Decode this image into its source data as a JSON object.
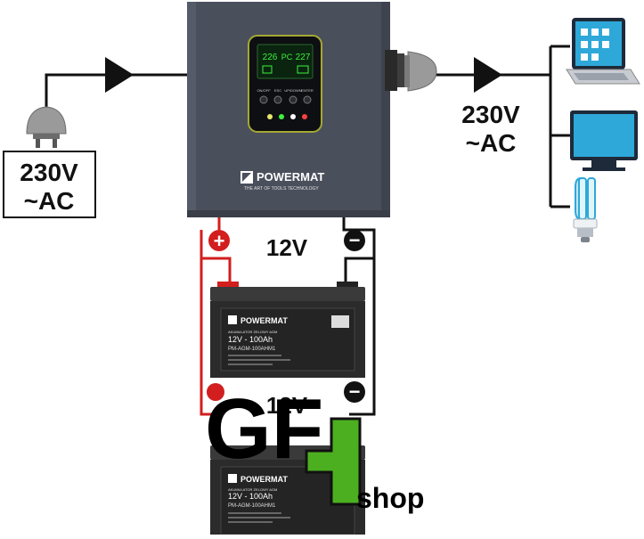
{
  "input_label": {
    "line1": "230V",
    "line2": "~AC"
  },
  "output_label": {
    "line1": "230V",
    "line2": "~AC"
  },
  "battery_voltage_top": "12V",
  "battery_voltage_bottom": "12V",
  "inverter": {
    "brand": "POWERMAT",
    "tagline": "THE ART OF TOOLS TECHNOLOGY",
    "lcd_left": "226",
    "lcd_mid": "PC",
    "lcd_right": "227",
    "button_labels": [
      "ON/OFF",
      "ESC",
      "UP/DOWN",
      "ENTER"
    ]
  },
  "battery": {
    "brand": "POWERMAT",
    "type_line": "AKUMULATOR ŻELOWY AGM",
    "rating": "12V - 100Ah",
    "model": "PM-AGM-100AHM1"
  },
  "terminals": {
    "positive": "+",
    "negative": "−"
  },
  "watermark": {
    "letters": "GF",
    "suffix": "shop"
  },
  "devices": [
    "laptop-icon",
    "monitor-icon",
    "lightbulb-icon"
  ],
  "colors": {
    "positive_wire": "#d21e1e",
    "negative_wire": "#111111",
    "wire": "#111111",
    "lcd": "#3cf23c",
    "accent_green": "#4caf1f",
    "inverter_body": "#4a4f5c",
    "device_blue": "#2ea8d8",
    "battery_body": "#2b2b2b"
  }
}
